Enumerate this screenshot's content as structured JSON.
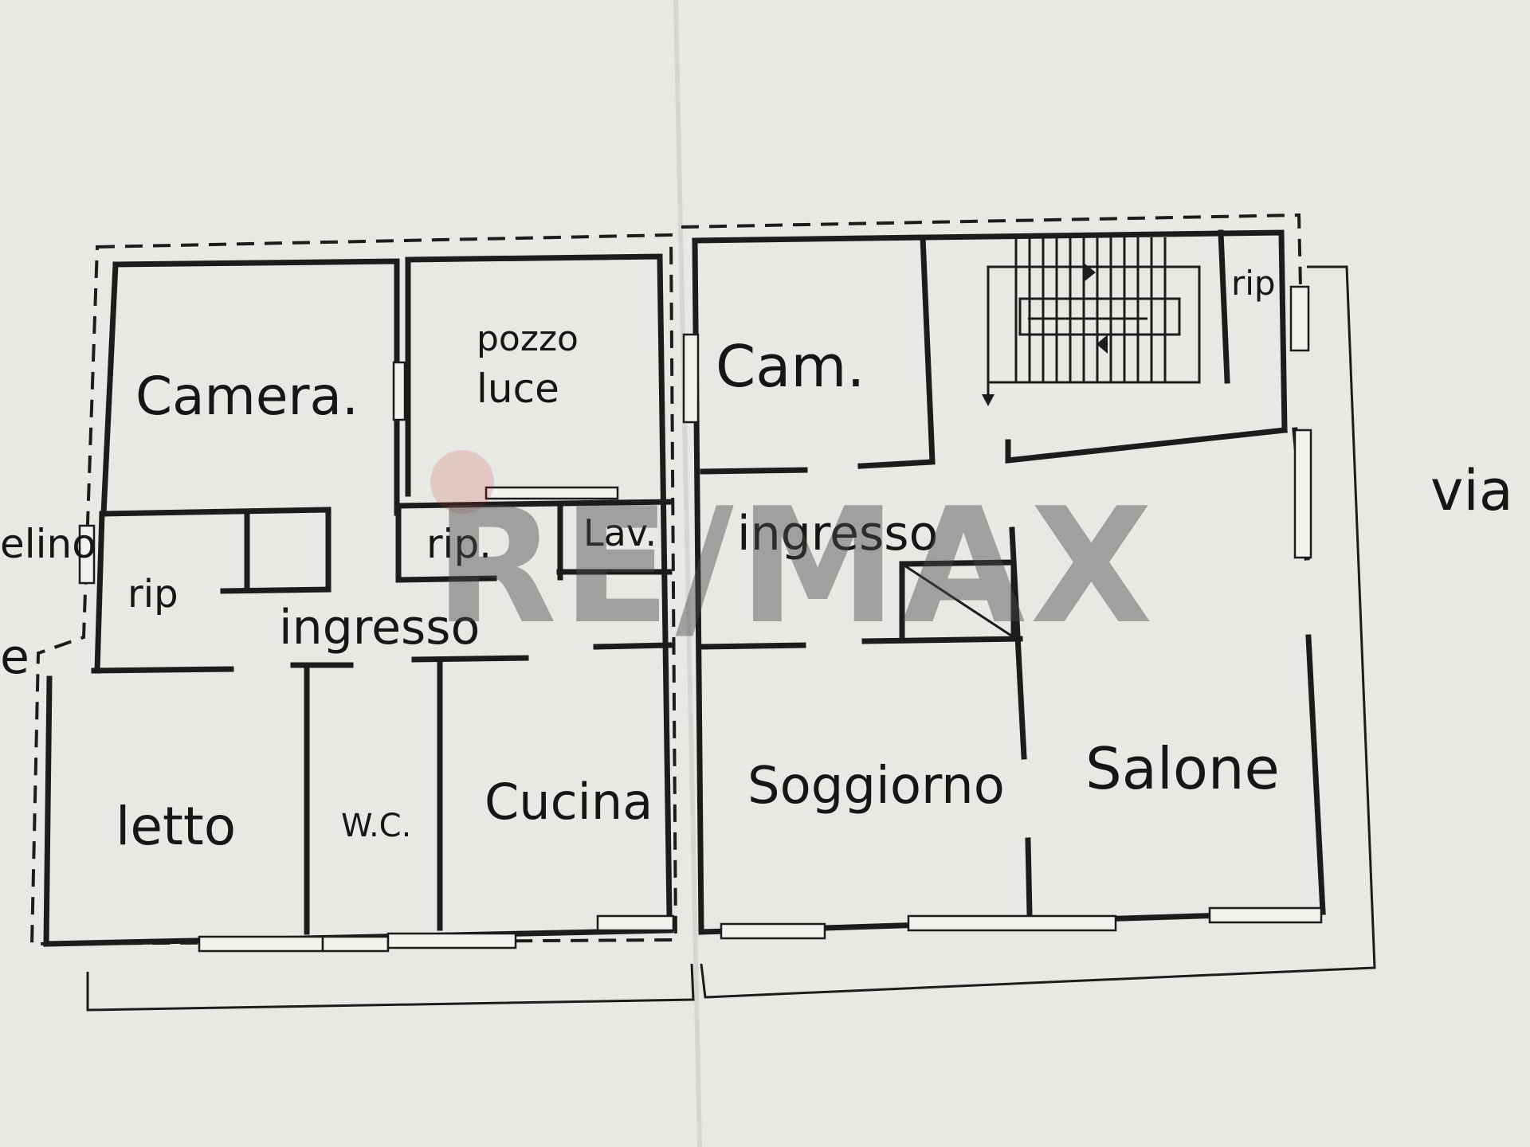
{
  "plan": {
    "left_unit": {
      "camera": "Camera.",
      "pozzo_line1": "pozzo",
      "pozzo_line2": "luce",
      "rip_small": "rip.",
      "lav": "Lav.",
      "rip_left": "rip",
      "ingresso": "ingresso",
      "letto": "letto",
      "wc": "W.C.",
      "cucina": "Cucina",
      "edge_text_1": "elino",
      "edge_text_2": "e"
    },
    "right_unit": {
      "cam": "Cam.",
      "rip": "rip",
      "ingresso": "ingresso",
      "soggiorno": "Soggiorno",
      "salone": "Salone"
    },
    "street": "via"
  },
  "watermark": {
    "brand": "RE/MAX",
    "color": "#4a4a4a"
  },
  "colors": {
    "paper": "#e6e6e2",
    "ink": "#1c1c1c"
  }
}
